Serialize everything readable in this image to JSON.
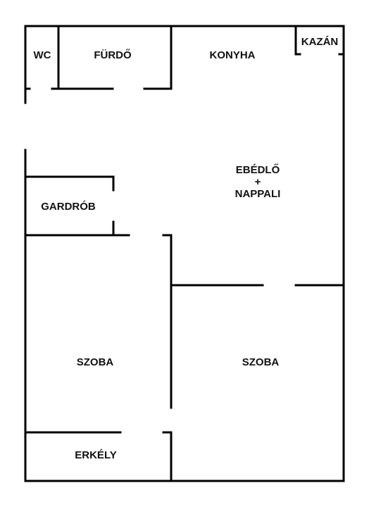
{
  "colors": {
    "wall": "#000000",
    "background": "#ffffff",
    "text": "#111111"
  },
  "rooms": {
    "wc": "WC",
    "furdo": "FÜRDŐ",
    "konyha": "KONYHA",
    "kazan": "KAZÁN",
    "ebedlo_line1": "EBÉDLŐ",
    "ebedlo_line2": "+",
    "ebedlo_line3": "NAPPALI",
    "gardrob": "GARDRÓB",
    "szoba_left": "SZOBA",
    "szoba_right": "SZOBA",
    "erkely": "ERKÉLY"
  }
}
